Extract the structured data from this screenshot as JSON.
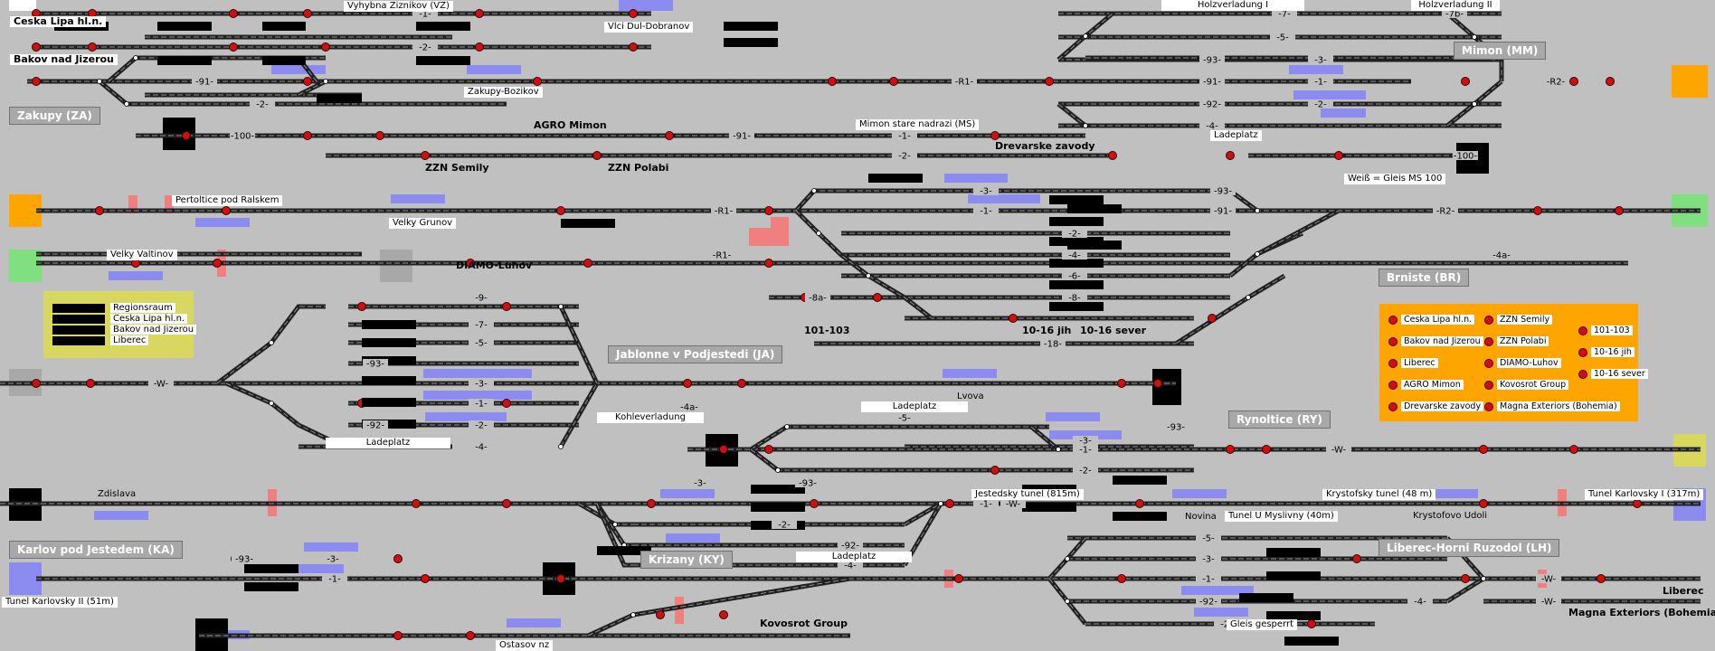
{
  "colors": {
    "background": "#c0c0c0",
    "track": "#202020",
    "track_mid": "#909090",
    "signal_red": "#d01010",
    "occupied_blue": "#8c8cf0",
    "pink_section": "#f08080",
    "orange_exit": "#ffa500",
    "green_exit": "#80e080",
    "legend_yellow": "#d8d860",
    "number_black": "#000000"
  },
  "stations": {
    "ceska_lipa": "Ceska Lipa hl.n.",
    "bakov": "Bakov nad Jizerou",
    "zakupy": "Zakupy (ZA)",
    "vyhybna": "Vyhybna Ziznikov (VZ)",
    "vlci_dul": "Vlci Dul-Dobranov",
    "zakupy_bozikov": "Zakupy-Bozikov",
    "agro": "AGRO Mimon",
    "mimon_stare": "Mimon stare nadrazi (MS)",
    "drevarske": "Drevarske zavody",
    "zzn_semily": "ZZN Semily",
    "zzn_polabi": "ZZN Polabi",
    "holzverladung_1": "Holzverladung I",
    "holzverladung_2": "Holzverladung II",
    "mimon": "Mimon (MM)",
    "ladeplatz": "Ladeplatz",
    "weiss_note": "Weiß = Gleis MS 100",
    "pertoltice": "Pertoltice pod Ralskem",
    "velky_grunov": "Velky Grunov",
    "velky_valtinov": "Velky Valtinov",
    "diamo": "DIAMO-Luhov",
    "brniste": "Brniste (BR)",
    "nr_101": "101-103",
    "nr_1016_jih": "10-16 jih",
    "nr_1016_sever": "10-16 sever",
    "jablonne": "Jablonne v Podjestedi (JA)",
    "kohleverladung": "Kohleverladung",
    "lvova": "Lvova",
    "rynoltice": "Rynoltice (RY)",
    "zdislava": "Zdislava",
    "jestedsky": "Jestedsky tunel (815m)",
    "novina": "Novina",
    "myslivny": "Tunel U Myslivny (40m)",
    "krystofsky": "Krystofsky tunel (48 m)",
    "krystofovo": "Krystofovo Udoli",
    "karlovsky1": "Tunel Karlovsky I (317m)",
    "karlov": "Karlov pod Jestedem (KA)",
    "karlovsky2": "Tunel Karlovsky II (51m)",
    "krizany": "Krizany (KY)",
    "kovosrot": "Kovosrot Group",
    "ostasov": "Ostasov nz",
    "liberec_rh": "Liberec-Horni Ruzodol (LH)",
    "gleis_gesperrt": "Gleis gesperrt",
    "liberec": "Liberec",
    "magna": "Magna Exteriors (Bohemia)"
  },
  "legend": {
    "rows": [
      "Regionsraum",
      "Ceska Lipa hl.n.",
      "Bakov nad Jizerou",
      "Liberec"
    ]
  },
  "panel": {
    "items": [
      "Ceska Lipa hl.n.",
      "Bakov nad Jizerou",
      "Liberec",
      "AGRO Mimon",
      "Drevarske zavody",
      "ZZN Semily",
      "ZZN Polabi",
      "DIAMO-Luhov",
      "Kovosrot Group",
      "Magna Exteriors (Bohemia)",
      "101-103",
      "10-16 jih",
      "10-16 sever"
    ]
  },
  "track_labels": [
    {
      "t": "-1-"
    },
    {
      "t": "-2-"
    },
    {
      "t": "-91-"
    },
    {
      "t": "-2-"
    },
    {
      "t": "-100-"
    },
    {
      "t": "-91-"
    },
    {
      "t": "-1-"
    },
    {
      "t": "-2-"
    },
    {
      "t": "-R1-"
    },
    {
      "t": "-7-"
    },
    {
      "t": "-7b-"
    },
    {
      "t": "-5-"
    },
    {
      "t": "-93-"
    },
    {
      "t": "-3-"
    },
    {
      "t": "-91-"
    },
    {
      "t": "-1-"
    },
    {
      "t": "-92-"
    },
    {
      "t": "-2-"
    },
    {
      "t": "-4-"
    },
    {
      "t": "-R2-"
    },
    {
      "t": "-100-"
    },
    {
      "t": "-R1-"
    },
    {
      "t": "-93-"
    },
    {
      "t": "-3-"
    },
    {
      "t": "-91-"
    },
    {
      "t": "-1-"
    },
    {
      "t": "-R2-"
    },
    {
      "t": "-2-"
    },
    {
      "t": "-R1-"
    },
    {
      "t": "-4-"
    },
    {
      "t": "-4a-"
    },
    {
      "t": "-8a-"
    },
    {
      "t": "-6-"
    },
    {
      "t": "-8-"
    },
    {
      "t": "-18-"
    },
    {
      "t": "-9-"
    },
    {
      "t": "-7-"
    },
    {
      "t": "-5-"
    },
    {
      "t": "-93-"
    },
    {
      "t": "-3-"
    },
    {
      "t": "-1-"
    },
    {
      "t": "-W-"
    },
    {
      "t": "-92-"
    },
    {
      "t": "-2-"
    },
    {
      "t": "-4-"
    },
    {
      "t": "-4a-"
    },
    {
      "t": "-5-"
    },
    {
      "t": "-93-"
    },
    {
      "t": "-3-"
    },
    {
      "t": "-1-"
    },
    {
      "t": "-2-"
    },
    {
      "t": "-W-"
    },
    {
      "t": "-3-"
    },
    {
      "t": "-93-"
    },
    {
      "t": "-1-"
    },
    {
      "t": "-2-"
    },
    {
      "t": "-92-"
    },
    {
      "t": "-4-"
    },
    {
      "t": "-W-"
    },
    {
      "t": "-93-"
    },
    {
      "t": "-3-"
    },
    {
      "t": "-1-"
    },
    {
      "t": "-5-"
    },
    {
      "t": "-3-"
    },
    {
      "t": "-1-"
    },
    {
      "t": "-92-"
    },
    {
      "t": "-2-"
    },
    {
      "t": "-4-"
    },
    {
      "t": "-W-"
    },
    {
      "t": "-W-"
    }
  ]
}
